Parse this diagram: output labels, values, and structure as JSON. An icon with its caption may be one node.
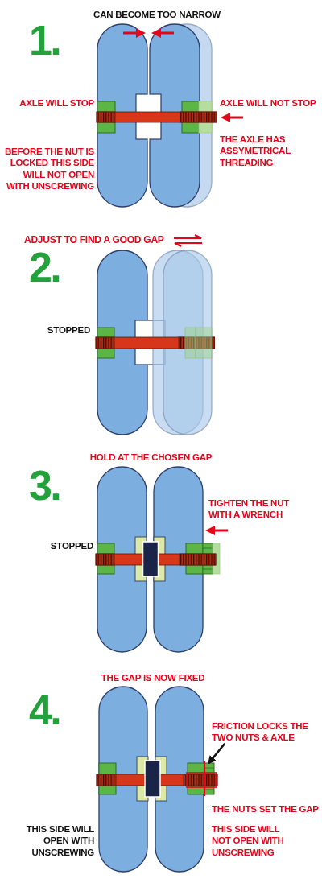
{
  "diagram": {
    "nodes": [
      {
        "text": [
          "FRICTION LOCKS THE TWO NUTS & AXLE"
        ]
      },
      {
        "text": [],
        "shape": "box"
      }
    ],
    "edges": [
      {
        "from": 0,
        "to": 1,
        "arrow": "to"
      }
    ],
    "labels": [
      "CAN BECOME TOO NARROW",
      "1.",
      "AXLE WILL STOP",
      "AXLE WILL NOT STOP",
      "THE AXLE HAS ASSYMETRICAL THREADING",
      "BEFORE THE NUT IS LOCKED THIS SIDE WILL NOT OPEN WITH UNSCREWING",
      "ADJUST TO FIND A GOOD GAP",
      "2.",
      "STOPPED",
      "HOLD AT THE CHOSEN GAP",
      "3.",
      "TIGHTEN THE NUT WITH A WRENCH",
      "STOPPED",
      "THE GAP IS NOW FIXED",
      "4.",
      "THE NUTS SET THE GAP",
      "THIS SIDE WILL OPEN WITH UNSCREWING",
      "THIS SIDE WILL NOT OPEN WITH UNSCREWING"
    ]
  }
}
